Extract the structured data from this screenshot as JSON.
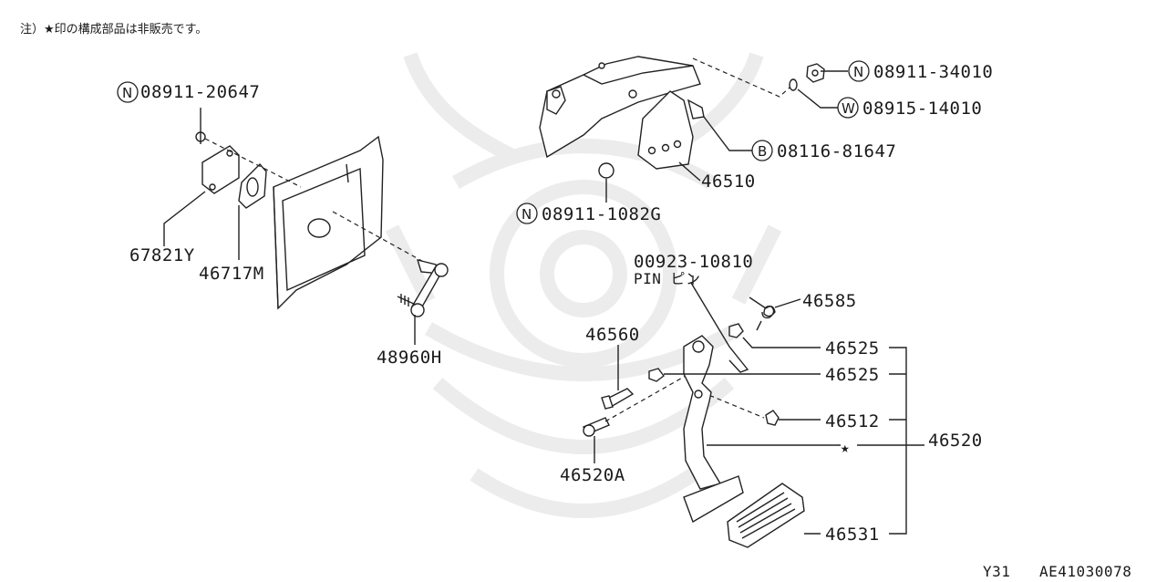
{
  "note": "注）★印の構成部品は非販売です。",
  "footer": {
    "model": "Y31",
    "code": "AE41030078"
  },
  "parts": {
    "p_08911_20647": {
      "prefix": "N",
      "number": "08911-20647"
    },
    "p_67821Y": "67821Y",
    "p_46717M": "46717M",
    "p_48960H": "48960H",
    "p_08911_1082G": {
      "prefix": "N",
      "number": "08911-1082G"
    },
    "p_08911_34010": {
      "prefix": "N",
      "number": "08911-34010"
    },
    "p_08915_14010": {
      "prefix": "W",
      "number": "08915-14010"
    },
    "p_08116_81647": {
      "prefix": "B",
      "number": "08116-81647"
    },
    "p_46510": "46510",
    "p_00923_10810": "00923-10810",
    "p_pin": "PIN ピン",
    "p_46585": "46585",
    "p_46525_a": "46525",
    "p_46525_b": "46525",
    "p_46560": "46560",
    "p_46512": "46512",
    "p_46520": "46520",
    "p_46520A": "46520A",
    "p_46531": "46531",
    "star_mark": "★"
  }
}
